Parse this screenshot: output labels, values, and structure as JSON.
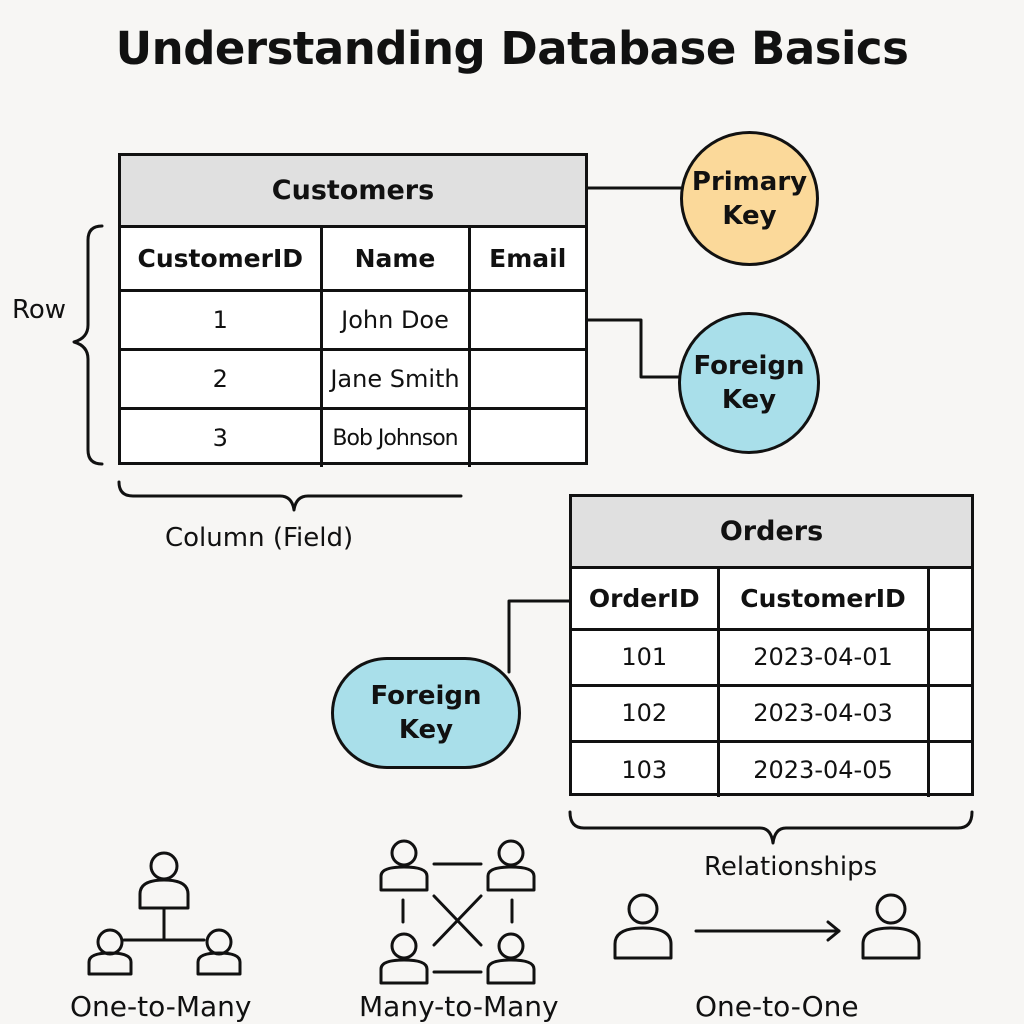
{
  "title": "Understanding Database Basics",
  "customers_table": {
    "title": "Customers",
    "columns": [
      "CustomerID",
      "Name",
      "Email"
    ],
    "rows": [
      [
        "1",
        "John Doe",
        ""
      ],
      [
        "2",
        "Jane Smith",
        ""
      ],
      [
        "3",
        "Bob Johnson",
        ""
      ]
    ]
  },
  "orders_table": {
    "title": "Orders",
    "columns": [
      "OrderID",
      "CustomerID",
      ""
    ],
    "rows": [
      [
        "101",
        "2023-04-01",
        ""
      ],
      [
        "102",
        "2023-04-03",
        ""
      ],
      [
        "103",
        "2023-04-05",
        ""
      ]
    ]
  },
  "callouts": {
    "primary_key": {
      "line1": "Primary",
      "line2": "Key",
      "color": "#fbd99a"
    },
    "foreign_key_customers": {
      "line1": "Foreign",
      "line2": "Key",
      "color": "#a9dfea"
    },
    "foreign_key_orders": {
      "line1": "Foreign",
      "line2": "Key",
      "color": "#a9dfea"
    }
  },
  "annotations": {
    "row": "Row",
    "column": "Column (Field)",
    "relationships": "Relationships"
  },
  "relationship_types": [
    {
      "label": "One-to-Many",
      "icon": "one-to-many-icon"
    },
    {
      "label": "Many-to-Many",
      "icon": "many-to-many-icon"
    },
    {
      "label": "One-to-One",
      "icon": "one-to-one-icon"
    }
  ]
}
